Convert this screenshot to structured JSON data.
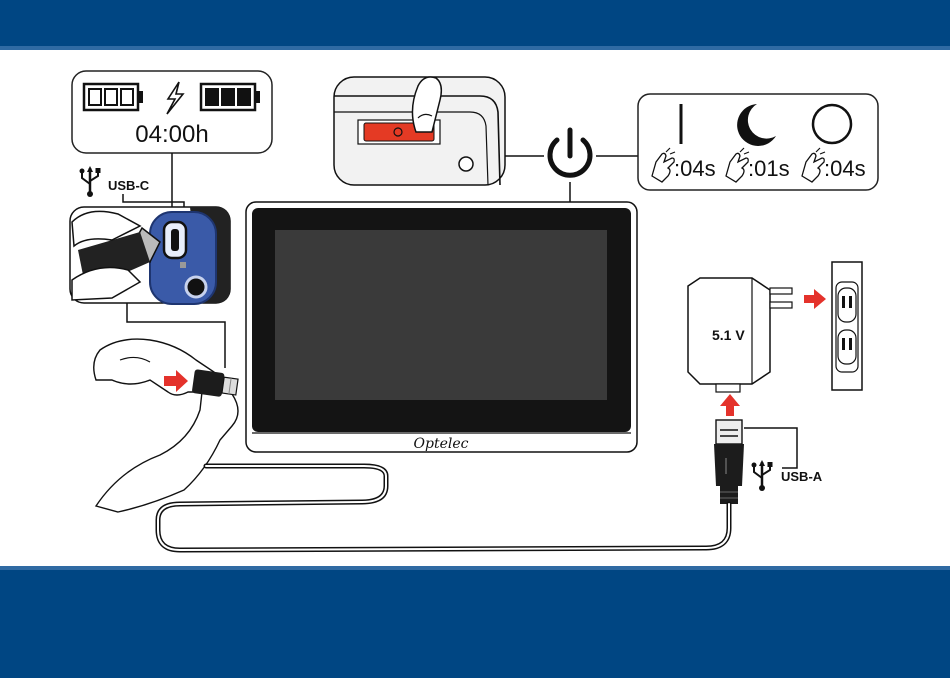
{
  "battery": {
    "time": "04:00h",
    "empty_icon": "battery-empty-icon",
    "charging_icon": "lightning-icon",
    "full_icon": "battery-full-icon"
  },
  "ports": {
    "usb_c_label": "USB-C",
    "usb_a_label": "USB-A"
  },
  "adapter": {
    "voltage": "5.1 V"
  },
  "device": {
    "brand": "Optelec"
  },
  "power_modes": [
    {
      "icon": "power-on-icon",
      "duration": ":04s"
    },
    {
      "icon": "sleep-moon-icon",
      "duration": ":01s"
    },
    {
      "icon": "power-off-icon",
      "duration": ":04s"
    }
  ],
  "colors": {
    "band": "#004683",
    "arrow": "#e4322b",
    "port": "#3a5aa8",
    "button": "#e43a24"
  }
}
